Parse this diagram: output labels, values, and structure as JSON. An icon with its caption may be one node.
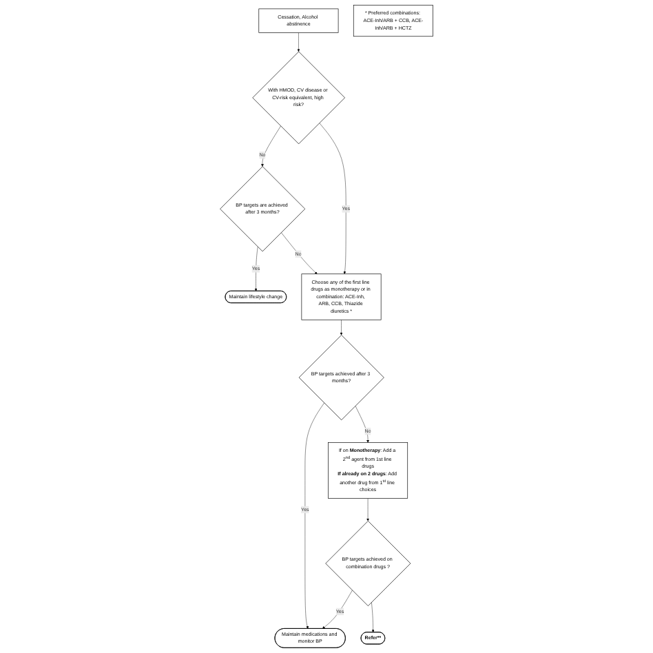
{
  "diagram": {
    "nodes": [
      {
        "text": [
          "Cessation, Alcohol abstinence"
        ]
      },
      {
        "text": [
          "With HMOD, CV disease or CV-risk equivalent, high risk?"
        ]
      },
      {
        "text": [
          "BP targets are achieved after 3 months?"
        ]
      },
      {
        "text": [
          "Maintain lifestyle change"
        ]
      },
      {
        "text": [
          "Choose any of the first line drugs as monotherapy or in combination: ACE-Inh, ARB, CCB, Thiazide diuretics *"
        ]
      },
      {
        "text": [
          "BP targets achieved after 3 months?"
        ]
      },
      {
        "text": [
          "If on **Monotherapy**: Add a 2$^{nd}$ agent from 1st line drugs",
          "**If already on 2 drugs**: Add another drug from 1$^{st}$ line choices"
        ]
      },
      {
        "text": [
          "Maintain medications and monitor BP"
        ]
      },
      {
        "text": [
          "BP targets achieved on combination drugs ?"
        ]
      },
      {
        "text": [
          "Refer**"
        ]
      },
      {
        "text": [
          "* Preferred combinations: ACE-Inh/ARB + CCB, ACE-Inh/ARB + HCTZ"
        ]
      }
    ],
    "edges": [
      {
        "from": 0,
        "to": 1,
        "arrow": "to"
      },
      {
        "from": 1,
        "to": 2,
        "arrow": "to",
        "label": "No"
      },
      {
        "from": 2,
        "to": 3,
        "arrow": "to",
        "label": "Yes"
      },
      {
        "from": 2,
        "to": 4,
        "arrow": "to",
        "label": "No"
      },
      {
        "from": 1,
        "to": 4,
        "arrow": "to",
        "label": "Yes"
      },
      {
        "from": 4,
        "to": 5,
        "arrow": "to"
      },
      {
        "from": 5,
        "to": 6,
        "arrow": "to",
        "label": "No"
      },
      {
        "from": 5,
        "to": 7,
        "arrow": "to",
        "label": "Yes"
      },
      {
        "from": 6,
        "to": 8,
        "arrow": "to"
      },
      {
        "from": 8,
        "to": 7,
        "arrow": "to",
        "label": "Yes"
      },
      {
        "from": 8,
        "to": 9,
        "arrow": "to"
      }
    ]
  }
}
